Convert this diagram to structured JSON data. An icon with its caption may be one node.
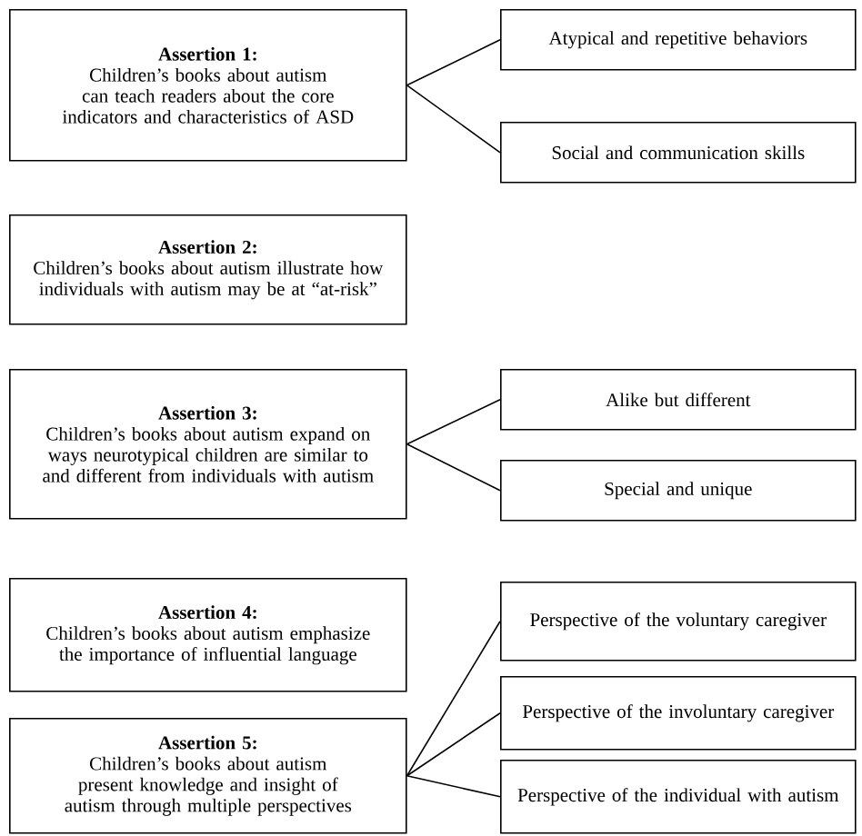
{
  "diagram": {
    "nodes": [
      {
        "text": [
          "Assertion 1:",
          "Children’s books about autism can teach readers about the core indicators and characteristics of ASD"
        ]
      },
      {
        "text": [
          "Atypical and repetitive behaviors"
        ]
      },
      {
        "text": [
          "Social and communication skills"
        ]
      },
      {
        "text": [
          "Assertion 2:",
          "Children’s books about autism illustrate how individuals with autism may be at “at-risk”"
        ]
      },
      {
        "text": [
          "Assertion 3:",
          "Children’s books about autism expand on ways neurotypical children are similar to and different from individuals with autism"
        ]
      },
      {
        "text": [
          "Alike but different"
        ]
      },
      {
        "text": [
          "Special and unique"
        ]
      },
      {
        "text": [
          "Assertion 4:",
          "Children’s books about autism emphasize the importance of influential language"
        ]
      },
      {
        "text": [
          "Assertion 5:",
          "Children’s books about autism present knowledge and insight of autism through multiple perspectives"
        ]
      },
      {
        "text": [
          "Perspective of the voluntary caregiver"
        ]
      },
      {
        "text": [
          "Perspective of the involuntary caregiver"
        ]
      },
      {
        "text": [
          "Perspective of the individual with autism"
        ]
      }
    ],
    "edges": [
      {
        "from": 0,
        "to": 1,
        "arrow": "none"
      },
      {
        "from": 0,
        "to": 2,
        "arrow": "none"
      },
      {
        "from": 4,
        "to": 5,
        "arrow": "none"
      },
      {
        "from": 4,
        "to": 6,
        "arrow": "none"
      },
      {
        "from": 8,
        "to": 9,
        "arrow": "none"
      },
      {
        "from": 8,
        "to": 10,
        "arrow": "none"
      },
      {
        "from": 8,
        "to": 11,
        "arrow": "none"
      }
    ]
  }
}
